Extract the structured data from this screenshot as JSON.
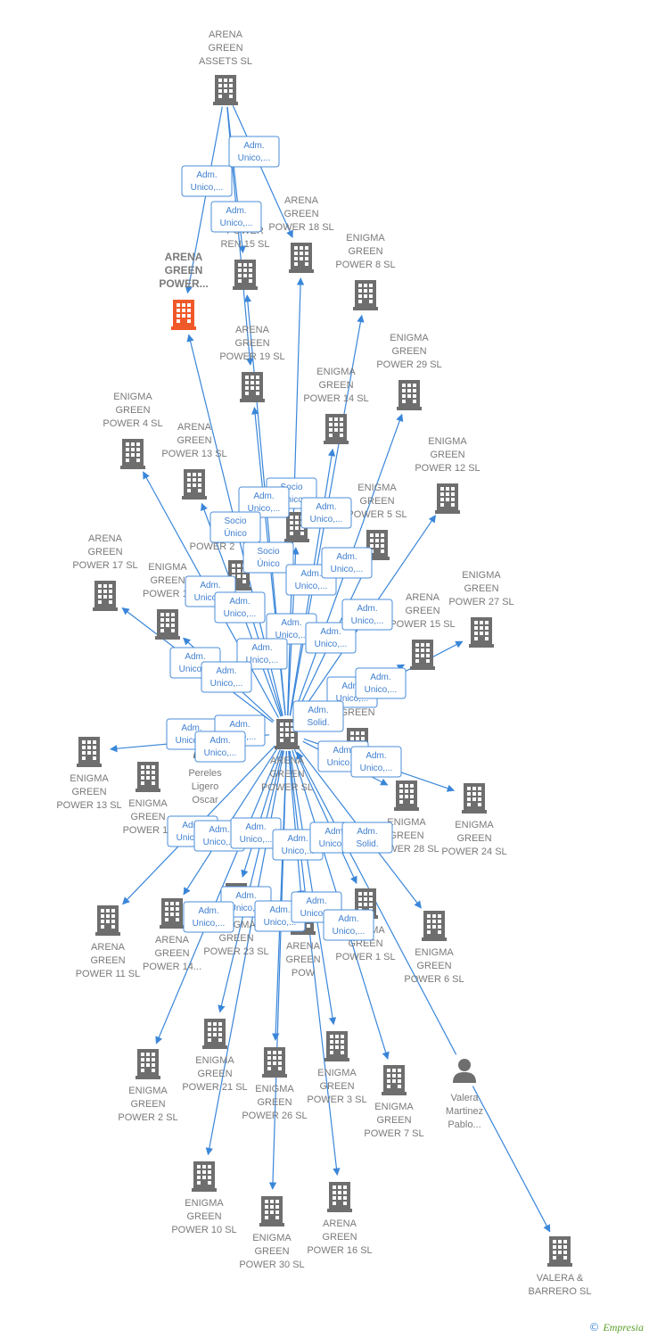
{
  "colors": {
    "edge": "#3a86d9",
    "building": "#6e6e6e",
    "focus": "#f0592a",
    "person": "#6e6e6e"
  },
  "footer": {
    "copyright": "©",
    "brand": "Empresia"
  },
  "nodes": [
    {
      "id": "assets",
      "kind": "company",
      "lines": [
        "ARENA",
        "GREEN",
        "ASSETS  SL"
      ]
    },
    {
      "id": "focus",
      "kind": "focus",
      "lines": [
        "ARENA",
        "GREEN",
        "POWER..."
      ]
    },
    {
      "id": "ap18",
      "kind": "company",
      "lines": [
        "ARENA",
        "GREEN",
        "POWER 18  SL"
      ]
    },
    {
      "id": "ap15r",
      "kind": "company",
      "lines": [
        "POWER",
        "REN 15  SL"
      ]
    },
    {
      "id": "ep8",
      "kind": "company",
      "lines": [
        "ENIGMA",
        "GREEN",
        "POWER 8  SL"
      ]
    },
    {
      "id": "ap19",
      "kind": "company",
      "lines": [
        "ARENA",
        "GREEN",
        "POWER 19  SL"
      ]
    },
    {
      "id": "ep29",
      "kind": "company",
      "lines": [
        "ENIGMA",
        "GREEN",
        "POWER 29  SL"
      ]
    },
    {
      "id": "ep14",
      "kind": "company",
      "lines": [
        "ENIGMA",
        "GREEN",
        "POWER 14  SL"
      ]
    },
    {
      "id": "ep4",
      "kind": "company",
      "lines": [
        "ENIGMA",
        "GREEN",
        "POWER 4  SL"
      ]
    },
    {
      "id": "ap13",
      "kind": "company",
      "lines": [
        "ARENA",
        "GREEN",
        "POWER 13  SL"
      ]
    },
    {
      "id": "ep12",
      "kind": "company",
      "lines": [
        "ENIGMA",
        "GREEN",
        "POWER 12  SL"
      ]
    },
    {
      "id": "enigma_mid",
      "kind": "company",
      "lines": [
        "ENIGMA"
      ]
    },
    {
      "id": "ep5",
      "kind": "company",
      "lines": [
        "ENIGMA",
        "GREEN",
        "POWER 5  SL"
      ]
    },
    {
      "id": "p2x",
      "kind": "company",
      "lines": [
        "POWER 2"
      ]
    },
    {
      "id": "ap17",
      "kind": "company",
      "lines": [
        "ARENA",
        "GREEN",
        "POWER 17  SL"
      ]
    },
    {
      "id": "ep11",
      "kind": "company",
      "lines": [
        "ENIGMA",
        "GREEN",
        "POWER 11"
      ]
    },
    {
      "id": "ep27",
      "kind": "company",
      "lines": [
        "ENIGMA",
        "GREEN",
        "POWER 27  SL"
      ]
    },
    {
      "id": "ap15",
      "kind": "company",
      "lines": [
        "ARENA",
        "GREEN",
        "POWER 15  SL"
      ]
    },
    {
      "id": "center",
      "kind": "company",
      "lines": [
        "ARENA",
        "GREEN",
        "POWER  SL"
      ]
    },
    {
      "id": "enigma_c",
      "kind": "company",
      "lines": [
        "ENIGMA",
        "GREEN"
      ]
    },
    {
      "id": "pereles",
      "kind": "person",
      "lines": [
        "Pereles",
        "Ligero",
        "Oscar"
      ]
    },
    {
      "id": "eg13",
      "kind": "company",
      "lines": [
        "ENIGMA",
        "GREEN",
        "POWER 13  SL"
      ]
    },
    {
      "id": "eg15",
      "kind": "company",
      "lines": [
        "ENIGMA",
        "GREEN",
        "POWER 15"
      ]
    },
    {
      "id": "ep28",
      "kind": "company",
      "lines": [
        "ENIGMA",
        "GREEN",
        "POWER 28  SL"
      ]
    },
    {
      "id": "ep24",
      "kind": "company",
      "lines": [
        "ENIGMA",
        "GREEN",
        "POWER 24  SL"
      ]
    },
    {
      "id": "ap11",
      "kind": "company",
      "lines": [
        "ARENA",
        "GREEN",
        "POWER 11  SL"
      ]
    },
    {
      "id": "ap14",
      "kind": "company",
      "lines": [
        "ARENA",
        "GREEN",
        "POWER 14..."
      ]
    },
    {
      "id": "ep23",
      "kind": "company",
      "lines": [
        "ENIGMA",
        "GREEN",
        "POWER 23  SL"
      ]
    },
    {
      "id": "ag_mid",
      "kind": "company",
      "lines": [
        "ARENA",
        "GREEN",
        "POW"
      ]
    },
    {
      "id": "ep1",
      "kind": "company",
      "lines": [
        "ENIGMA",
        "GREEN",
        "POWER 1  SL"
      ]
    },
    {
      "id": "ep6",
      "kind": "company",
      "lines": [
        "ENIGMA",
        "GREEN",
        "POWER 6  SL"
      ]
    },
    {
      "id": "ep21",
      "kind": "company",
      "lines": [
        "ENIGMA",
        "GREEN",
        "POWER 21  SL"
      ]
    },
    {
      "id": "ep2",
      "kind": "company",
      "lines": [
        "ENIGMA",
        "GREEN",
        "POWER 2  SL"
      ]
    },
    {
      "id": "ep26",
      "kind": "company",
      "lines": [
        "ENIGMA",
        "GREEN",
        "POWER 26  SL"
      ]
    },
    {
      "id": "ep3",
      "kind": "company",
      "lines": [
        "ENIGMA",
        "GREEN",
        "POWER 3  SL"
      ]
    },
    {
      "id": "ep7",
      "kind": "company",
      "lines": [
        "ENIGMA",
        "GREEN",
        "POWER 7  SL"
      ]
    },
    {
      "id": "valera",
      "kind": "person",
      "lines": [
        "Valera",
        "Martinez",
        "Pablo..."
      ]
    },
    {
      "id": "ep10",
      "kind": "company",
      "lines": [
        "ENIGMA",
        "GREEN",
        "POWER 10  SL"
      ]
    },
    {
      "id": "ep30",
      "kind": "company",
      "lines": [
        "ENIGMA",
        "GREEN",
        "POWER 30  SL"
      ]
    },
    {
      "id": "ap16",
      "kind": "company",
      "lines": [
        "ARENA",
        "GREEN",
        "POWER 16  SL"
      ]
    },
    {
      "id": "valera_sl",
      "kind": "company",
      "lines": [
        "VALERA &",
        "BARRERO  SL"
      ]
    }
  ],
  "edge_labels": [
    {
      "lines": [
        "Adm.",
        "Unico,..."
      ]
    },
    {
      "lines": [
        "Adm.",
        "Unico,..."
      ]
    },
    {
      "lines": [
        "Adm.",
        "Unico,..."
      ]
    },
    {
      "lines": [
        "Socio",
        "Único"
      ]
    },
    {
      "lines": [
        "Adm.",
        "Unico,..."
      ]
    },
    {
      "lines": [
        "Socio",
        "Único"
      ]
    },
    {
      "lines": [
        "Adm.",
        "Unico,..."
      ]
    },
    {
      "lines": [
        "Socio",
        "Único"
      ]
    },
    {
      "lines": [
        "Adm.",
        "Unico,..."
      ]
    },
    {
      "lines": [
        "Adm.",
        "Unico,..."
      ]
    },
    {
      "lines": [
        "Adm.",
        "Unico,..."
      ]
    },
    {
      "lines": [
        "Adm.",
        "Unico,..."
      ]
    },
    {
      "lines": [
        "Adm.",
        "Unico,..."
      ]
    },
    {
      "lines": [
        "Adm.",
        "Unico,..."
      ]
    },
    {
      "lines": [
        "Adm.",
        "Unico,..."
      ]
    },
    {
      "lines": [
        "Adm.",
        "Unico,..."
      ]
    },
    {
      "lines": [
        "Adm.",
        "Unico,..."
      ]
    },
    {
      "lines": [
        "Adm.",
        "Unico,..."
      ]
    },
    {
      "lines": [
        "Adm.",
        "Unico,..."
      ]
    },
    {
      "lines": [
        "Adm.",
        "Unico,..."
      ]
    },
    {
      "lines": [
        "Adm.",
        "Solid."
      ]
    },
    {
      "lines": [
        "Adm.",
        "Unico,..."
      ]
    },
    {
      "lines": [
        "Adm.",
        "Unico,..."
      ]
    },
    {
      "lines": [
        "Adm.",
        "Unico,..."
      ]
    },
    {
      "lines": [
        "Adm.",
        "Unico,..."
      ]
    },
    {
      "lines": [
        "Adm.",
        "Unico,..."
      ]
    },
    {
      "lines": [
        "Adm.",
        "Unico,..."
      ]
    },
    {
      "lines": [
        "Adm.",
        "Unico,..."
      ]
    },
    {
      "lines": [
        "Adm.",
        "Unico,..."
      ]
    },
    {
      "lines": [
        "Adm.",
        "Unico,..."
      ]
    },
    {
      "lines": [
        "Adm.",
        "Unico,..."
      ]
    },
    {
      "lines": [
        "Adm.",
        "Solid."
      ]
    },
    {
      "lines": [
        "Adm.",
        "Unico,..."
      ]
    },
    {
      "lines": [
        "Adm.",
        "Unico,..."
      ]
    },
    {
      "lines": [
        "Adm.",
        "Unico,..."
      ]
    },
    {
      "lines": [
        "Adm.",
        "Unico,..."
      ]
    },
    {
      "lines": [
        "Adm.",
        "Unico,..."
      ]
    }
  ]
}
